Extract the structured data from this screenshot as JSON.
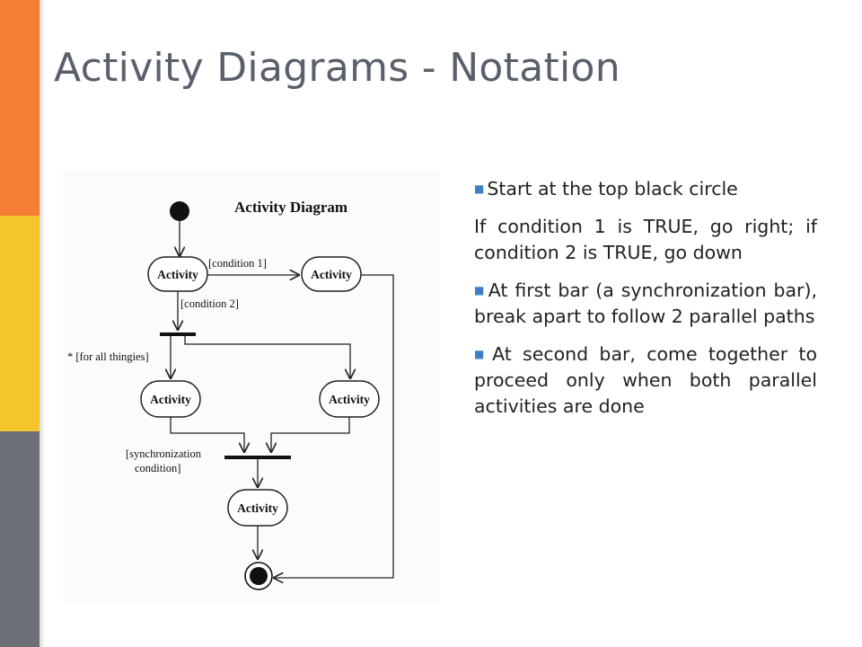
{
  "title": "Activity Diagrams - Notation",
  "diagram": {
    "heading": "Activity Diagram",
    "node_label": "Activity",
    "labels": {
      "condition1": "[condition 1]",
      "condition2": "[condition 2]",
      "for_all": "* [for all thingies]",
      "sync_line1": "[synchronization",
      "sync_line2": "condition]"
    }
  },
  "bullets": [
    {
      "text": "Start at the top black circle",
      "bulleted": true
    },
    {
      "text": "If condition 1 is TRUE, go right; if condition 2 is TRUE, go down",
      "bulleted": false
    },
    {
      "text": "At first bar (a synchronization bar), break apart to follow 2 parallel paths",
      "bulleted": true
    },
    {
      "text": "At second bar, come together to proceed only when both parallel activities are done",
      "bulleted": true
    }
  ],
  "colors": {
    "sidebar_orange": "#f47f34",
    "sidebar_yellow": "#f4c52c",
    "sidebar_gray": "#6d6f77",
    "title": "#59606b",
    "bullet": "#3d7fc1"
  }
}
